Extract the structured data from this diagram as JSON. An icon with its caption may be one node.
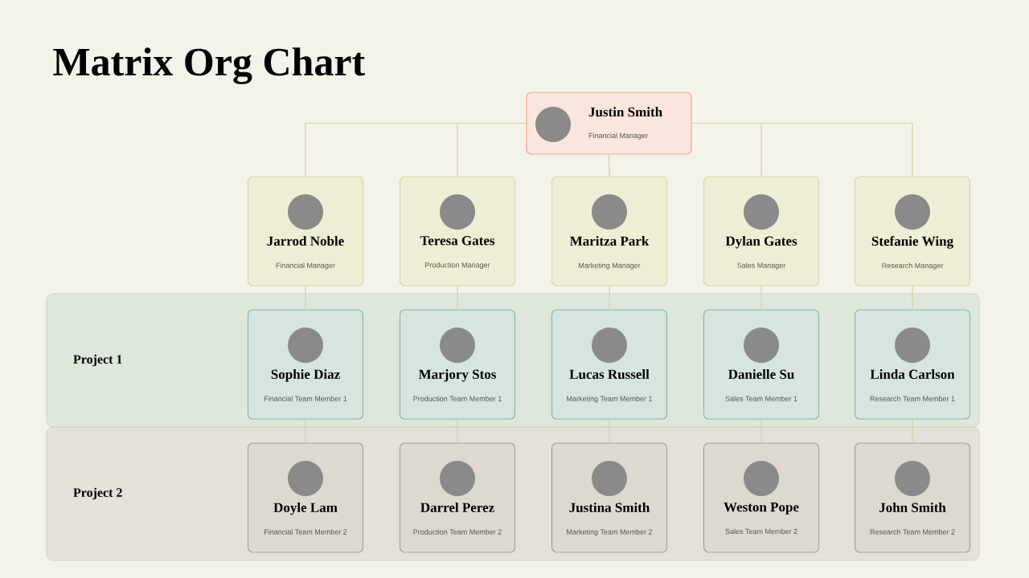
{
  "diagram": {
    "title": "Matrix Org Chart",
    "nodes": [
      {
        "text": [
          "Justin Smith",
          "Financial Manager"
        ]
      },
      {
        "text": [
          "Jarrod Noble",
          "Financial Manager"
        ]
      },
      {
        "text": [
          "Teresa  Gates",
          "Production Manager"
        ]
      },
      {
        "text": [
          "Maritza Park",
          "Marketing Manager"
        ]
      },
      {
        "text": [
          "Dylan Gates",
          "Sales Manager"
        ]
      },
      {
        "text": [
          "Stefanie Wing",
          "Research Manager"
        ]
      },
      {
        "text": [
          "Project 1"
        ]
      },
      {
        "text": [
          "Sophie Diaz",
          "Financial Team Member 1"
        ],
        "in": 6
      },
      {
        "text": [
          "Marjory Stos",
          "Production Team Member 1"
        ],
        "in": 6
      },
      {
        "text": [
          "Lucas Russell",
          "Marketing Team Member 1"
        ],
        "in": 6
      },
      {
        "text": [
          "Danielle Su",
          "Sales Team Member 1"
        ],
        "in": 6
      },
      {
        "text": [
          "Linda Carlson",
          "Research Team Member 1"
        ],
        "in": 6
      },
      {
        "text": [
          "Project 2"
        ]
      },
      {
        "text": [
          "Doyle Lam",
          "Financial Team Member 2"
        ],
        "in": 12
      },
      {
        "text": [
          "Darrel Perez",
          "Production Team Member 2"
        ],
        "in": 12
      },
      {
        "text": [
          "Justina Smith",
          "Marketing Team Member 2"
        ],
        "in": 12
      },
      {
        "text": [
          "Weston Pope",
          "Sales Team Member 2"
        ],
        "in": 12
      },
      {
        "text": [
          "John Smith",
          "Research Team Member 2"
        ],
        "in": 12
      }
    ],
    "edges": [
      {
        "from": 0,
        "to": 1,
        "arrow": "none"
      },
      {
        "from": 0,
        "to": 2,
        "arrow": "none"
      },
      {
        "from": 0,
        "to": 3,
        "arrow": "none"
      },
      {
        "from": 0,
        "to": 4,
        "arrow": "none"
      },
      {
        "from": 0,
        "to": 5,
        "arrow": "none"
      },
      {
        "from": 1,
        "to": 7,
        "arrow": "none"
      },
      {
        "from": 2,
        "to": 8,
        "arrow": "none"
      },
      {
        "from": 3,
        "to": 9,
        "arrow": "none"
      },
      {
        "from": 4,
        "to": 10,
        "arrow": "none"
      },
      {
        "from": 5,
        "to": 11,
        "arrow": "none"
      },
      {
        "from": 7,
        "to": 13,
        "arrow": "none"
      },
      {
        "from": 8,
        "to": 14,
        "arrow": "none"
      },
      {
        "from": 9,
        "to": 15,
        "arrow": "none"
      },
      {
        "from": 10,
        "to": 16,
        "arrow": "none"
      },
      {
        "from": 11,
        "to": 17,
        "arrow": "none"
      }
    ]
  }
}
